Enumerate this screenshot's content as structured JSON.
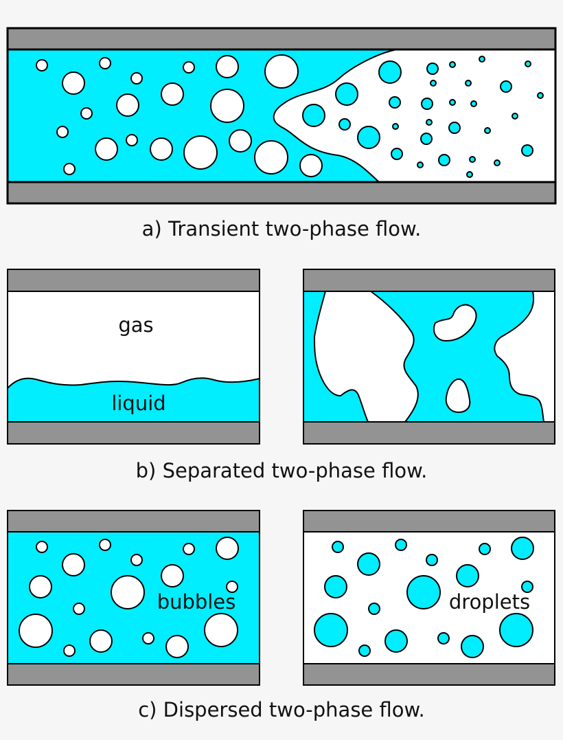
{
  "captions": {
    "transient": "a) Transient two-phase flow.",
    "separated": "b) Separated two-phase flow.",
    "dispersed": "c) Dispersed two-phase flow."
  },
  "labels": {
    "gas": "gas",
    "liquid": "liquid",
    "bubbles": "bubbles",
    "droplets": "droplets"
  },
  "colors": {
    "liquid": "#00eeff",
    "gas": "#ffffff",
    "wall": "#939393",
    "outline": "#000000",
    "background": "#f6f6f6"
  }
}
